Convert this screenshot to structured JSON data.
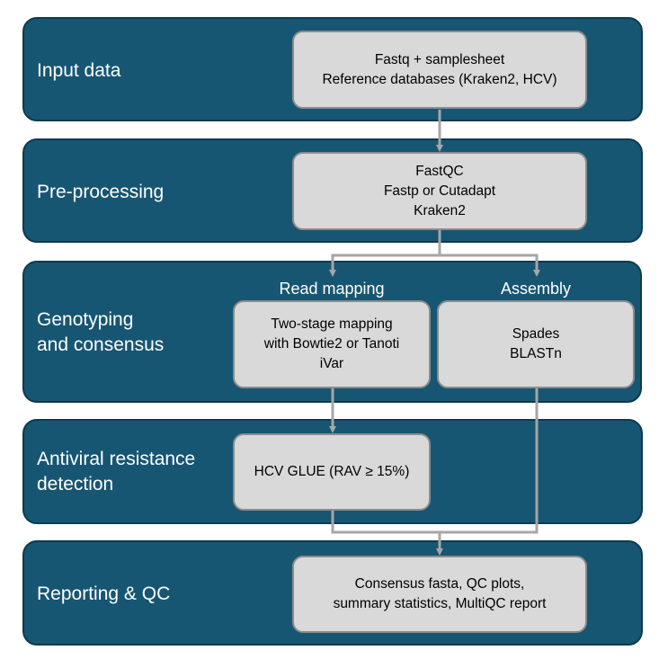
{
  "stages": {
    "input": {
      "label": "Input data",
      "box_lines": [
        "Fastq + samplesheet",
        "Reference databases (Kraken2, HCV)"
      ]
    },
    "preprocessing": {
      "label": "Pre-processing",
      "box_lines": [
        "FastQC",
        "Fastp or Cutadapt",
        "Kraken2"
      ]
    },
    "genotyping": {
      "label": "Genotyping\nand consensus",
      "read_mapping": {
        "title": "Read mapping",
        "box_lines": [
          "Two-stage mapping",
          "with Bowtie2 or Tanoti",
          "iVar"
        ]
      },
      "assembly": {
        "title": "Assembly",
        "box_lines": [
          "Spades",
          "BLASTn"
        ]
      }
    },
    "resistance": {
      "label": "Antiviral resistance\ndetection",
      "box_lines": [
        "HCV GLUE (RAV ≥ 15%)"
      ]
    },
    "reporting": {
      "label": "Reporting & QC",
      "box_lines": [
        "Consensus fasta, QC plots,",
        "summary statistics, MultiQC report"
      ]
    }
  },
  "colors": {
    "band": "#175672",
    "box": "#d9d9d9",
    "connector": "#a6a6a6"
  }
}
